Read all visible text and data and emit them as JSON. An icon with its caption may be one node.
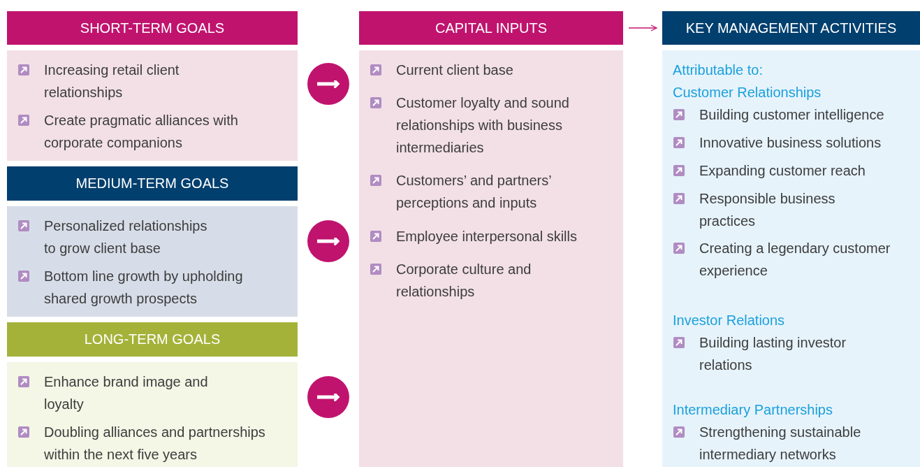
{
  "diagram": {
    "nodes": [
      {
        "text": [
          "SHORT-TERM GOALS"
        ]
      },
      {
        "text": [
          "Increasing retail client relationships",
          "Create pragmatic alliances with corporate companions"
        ]
      },
      {
        "text": [
          "MEDIUM-TERM GOALS"
        ]
      },
      {
        "text": [
          "Personalized relationships to grow client base",
          "Bottom line growth by upholding shared growth prospects"
        ]
      },
      {
        "text": [
          "LONG-TERM GOALS"
        ]
      },
      {
        "text": [
          "Enhance brand image and loyalty",
          "Doubling alliances and partnerships within the next five years"
        ]
      },
      {
        "text": [
          "CAPITAL INPUTS"
        ]
      },
      {
        "text": [
          "Current client base",
          "Customer loyalty and sound relationships with business intermediaries",
          "Customers’ and partners’ perceptions and inputs",
          "Employee interpersonal skills",
          "Corporate culture and relationships"
        ]
      },
      {
        "text": [
          "KEY MANAGEMENT ACTIVITIES"
        ]
      },
      {
        "text": [
          "Attributable to: Customer Relationships",
          "Building customer intelligence",
          "Innovative business solutions",
          "Expanding customer reach",
          "Responsible business practices",
          "Creating a legendary customer experience",
          "Investor Relations",
          "Building lasting investor relations",
          "Intermediary Partnerships",
          "Strengthening sustainable intermediary networks"
        ]
      }
    ],
    "edges": [
      {
        "from": 1,
        "to": 7,
        "arrow": "to"
      },
      {
        "from": 3,
        "to": 7,
        "arrow": "to"
      },
      {
        "from": 5,
        "to": 7,
        "arrow": "to"
      },
      {
        "from": 6,
        "to": 8,
        "arrow": "to",
        "color": "#c0136e"
      }
    ]
  }
}
